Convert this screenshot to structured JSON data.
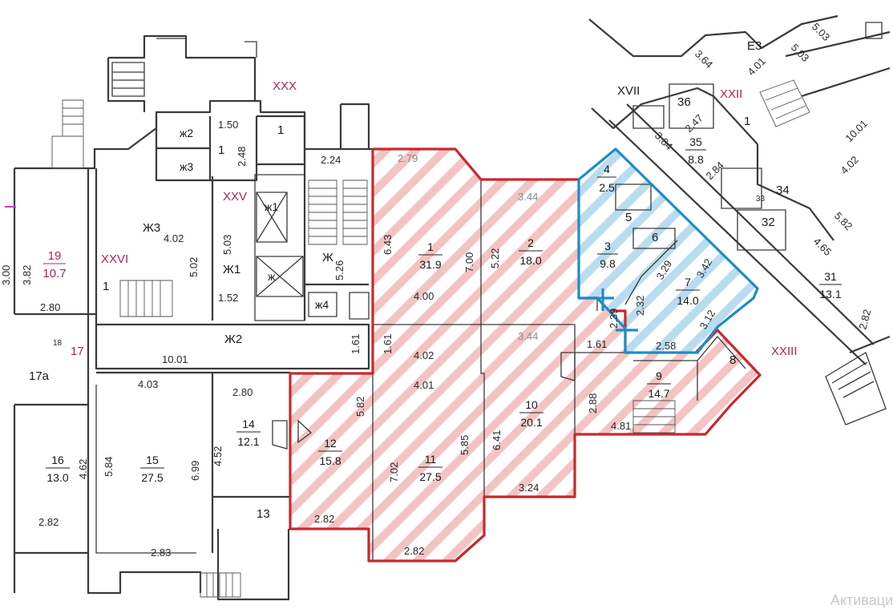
{
  "watermark": "Активаци",
  "sections": {
    "xxx": "XXX",
    "xxv": "XXV",
    "xxvi": "XXVI",
    "xxii": "XXII",
    "xxiii": "XXIII",
    "xvii": "XVII",
    "e3": "Е3"
  },
  "rooms_red": [
    {
      "num": "1",
      "area": "31.9"
    },
    {
      "num": "2",
      "area": "18.0"
    },
    {
      "num": "10",
      "area": "20.1"
    },
    {
      "num": "11",
      "area": "27.5"
    },
    {
      "num": "12",
      "area": "15.8"
    },
    {
      "num": "9",
      "area": "14.7"
    }
  ],
  "rooms_blue": [
    {
      "num": "4",
      "area": "2.5"
    },
    {
      "num": "3",
      "area": "9.8"
    },
    {
      "num": "7",
      "area": "14.0"
    }
  ],
  "rooms_other": [
    {
      "num": "19",
      "area": "10.7"
    },
    {
      "num": "15",
      "area": "27.5"
    },
    {
      "num": "16",
      "area": "13.0"
    },
    {
      "num": "14",
      "area": "12.1"
    },
    {
      "num": "35",
      "area": "8.8"
    },
    {
      "num": "31",
      "area": "13.1"
    }
  ],
  "labels": {
    "zh3": "Ж3",
    "zh2": "Ж2",
    "zh1": "Ж1",
    "zh": "Ж",
    "zh_1": "ж1",
    "zh_2": "ж2",
    "zh_3": "ж3",
    "zh_4": "ж4",
    "zh_x": "ж",
    "r1a": "1",
    "r1b": "1",
    "r1c": "1",
    "r1d": "1",
    "r5": "5",
    "r6": "6",
    "r8": "8",
    "r13": "13",
    "r17": "17",
    "r17a": "17а",
    "r18": "18",
    "r32": "32",
    "r33": "33",
    "r34": "34",
    "r36": "36"
  },
  "dims": {
    "d150": "1.50",
    "d248": "2.48",
    "d224": "2.24",
    "d279": "2.79",
    "d344a": "3.44",
    "d344b": "3.44",
    "d643": "6.43",
    "d700": "7.00",
    "d522": "5.22",
    "d400": "4.00",
    "d402a": "4.02",
    "d402b": "4.02",
    "d503": "5.03",
    "d502": "5.02",
    "d526": "5.26",
    "d152": "1.52",
    "d382": "3.82",
    "d280a": "2.80",
    "d1001a": "10.01",
    "d161a": "1.61",
    "d161b": "1.61",
    "d161c": "1.61",
    "d403": "4.03",
    "d280b": "2.80",
    "d582": "5.82",
    "d401": "4.01",
    "d584": "5.84",
    "d699": "6.99",
    "d452": "4.52",
    "d462": "4.62",
    "d702": "7.02",
    "d585": "5.85",
    "d641": "6.41",
    "d288": "2.88",
    "d481": "4.81",
    "d324": "3.24",
    "d282a": "2.82",
    "d282b": "2.82",
    "d282c": "2.82",
    "d283": "2.83",
    "d239": "2.39",
    "d232": "2.32",
    "d258": "2.58",
    "d329": "3.29",
    "d342": "3.42",
    "d312": "3.12",
    "d384": "3.84",
    "d284": "2.84",
    "d247": "2.47",
    "d364": "3.64",
    "d401b": "4.01",
    "d503b": "5.03",
    "d503c": "5.03",
    "d1001b": "10.01",
    "d402c": "4.02",
    "d582b": "5.82",
    "d465": "4.65",
    "d282d": "2.82",
    "d300": "3.00"
  },
  "colors": {
    "red_zone": "#c8282c",
    "blue_zone": "#1d8cc8",
    "magenta_label": "#b0245a"
  }
}
